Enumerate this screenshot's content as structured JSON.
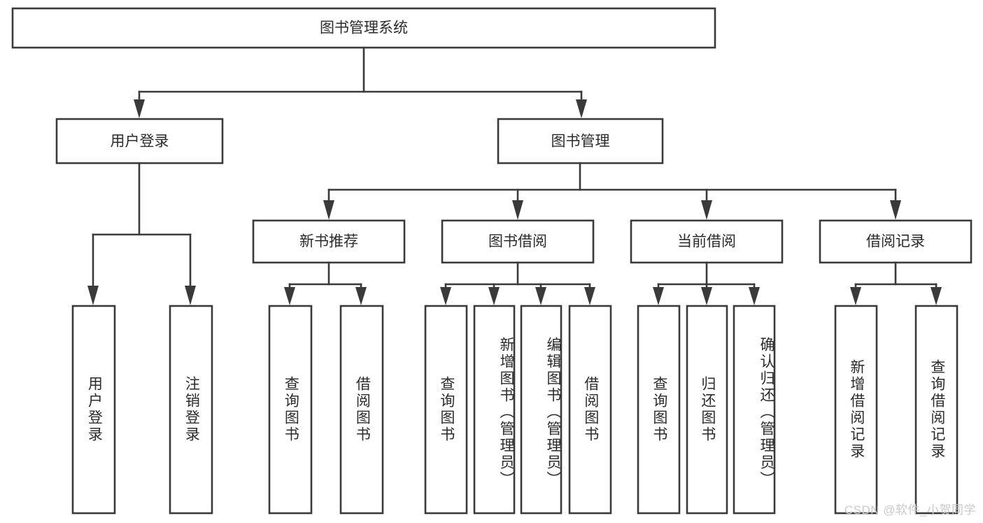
{
  "diagram": {
    "title": "图书管理系统",
    "type": "hierarchy-tree",
    "watermark": "CSDN @软件_小贺同学",
    "colors": {
      "stroke": "#3a3a3a",
      "box_fill": "#ffffff",
      "text": "#2b2b2b",
      "background": "#ffffff",
      "watermark": "#c9c9c9"
    },
    "root": {
      "label": "图书管理系统"
    },
    "level2": [
      {
        "label": "用户登录"
      },
      {
        "label": "图书管理"
      }
    ],
    "level3": [
      {
        "label": "新书推荐"
      },
      {
        "label": "图书借阅"
      },
      {
        "label": "当前借阅"
      },
      {
        "label": "借阅记录"
      }
    ],
    "leaves": {
      "user_login": [
        {
          "label": "用户登录"
        },
        {
          "label": "注销登录"
        }
      ],
      "new_book_recommend": [
        {
          "label": "查询图书"
        },
        {
          "label": "借阅图书"
        }
      ],
      "book_borrow": [
        {
          "label": "查询图书"
        },
        {
          "label": "新增图书（管理员）"
        },
        {
          "label": "编辑图书（管理员）"
        },
        {
          "label": "借阅图书"
        }
      ],
      "current_borrow": [
        {
          "label": "查询图书"
        },
        {
          "label": "归还图书"
        },
        {
          "label": "确认归还（管理员）"
        }
      ],
      "borrow_records": [
        {
          "label": "新增借阅记录"
        },
        {
          "label": "查询借阅记录"
        }
      ]
    }
  }
}
